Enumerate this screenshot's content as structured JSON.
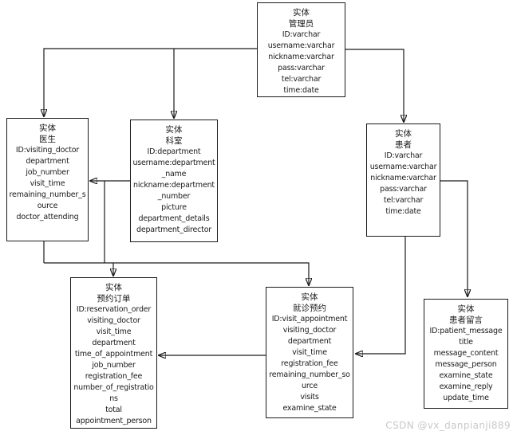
{
  "diagram": {
    "entity_label": "实体",
    "entities": [
      {
        "key": "admin",
        "name": "管理员",
        "fields": [
          "ID:varchar",
          "username:varchar",
          "nickname:varchar",
          "pass:varchar",
          "tel:varchar",
          "time:date"
        ]
      },
      {
        "key": "doctor",
        "name": "医生",
        "fields": [
          "ID:visiting_doctor",
          "department",
          "job_number",
          "visit_time",
          "remaining_number_source",
          "doctor_attending"
        ]
      },
      {
        "key": "department",
        "name": "科室",
        "fields": [
          "ID:department",
          "username:department_name",
          "nickname:department_number",
          "picture",
          "department_details",
          "department_director"
        ]
      },
      {
        "key": "patient",
        "name": "患者",
        "fields": [
          "ID:varchar",
          "username:varchar",
          "nickname:varchar",
          "pass:varchar",
          "tel:varchar",
          "time:date"
        ]
      },
      {
        "key": "reservation_order",
        "name": "预约订单",
        "fields": [
          "ID:reservation_order",
          "visiting_doctor",
          "visit_time",
          "department",
          "time_of_appointment",
          "job_number",
          "registration_fee",
          "number_of_registrations",
          "total",
          "appointment_person"
        ]
      },
      {
        "key": "visit_appointment",
        "name": "就诊预约",
        "fields": [
          "ID:visit_appointment",
          "visiting_doctor",
          "department",
          "visit_time",
          "registration_fee",
          "remaining_number_source",
          "visits",
          "examine_state"
        ]
      },
      {
        "key": "patient_message",
        "name": "患者留言",
        "fields": [
          "ID:patient_message",
          "title",
          "message_content",
          "message_person",
          "examine_state",
          "examine_reply",
          "update_time"
        ]
      }
    ],
    "connections": [
      {
        "from": "admin",
        "to": "doctor"
      },
      {
        "from": "admin",
        "to": "department"
      },
      {
        "from": "admin",
        "to": "patient"
      },
      {
        "from": "department",
        "to": "doctor"
      },
      {
        "from": "doctor_department_bus",
        "to": "reservation_order"
      },
      {
        "from": "doctor_department_bus",
        "to": "visit_appointment"
      },
      {
        "from": "patient",
        "to": "visit_appointment"
      },
      {
        "from": "patient",
        "to": "patient_message"
      },
      {
        "from": "visit_appointment",
        "to": "reservation_order"
      }
    ]
  },
  "watermark": "CSDN @vx_danpianji889",
  "colors": {
    "line": "#1a1a1a",
    "background": "#ffffff",
    "watermark": "#c9c9c9"
  }
}
